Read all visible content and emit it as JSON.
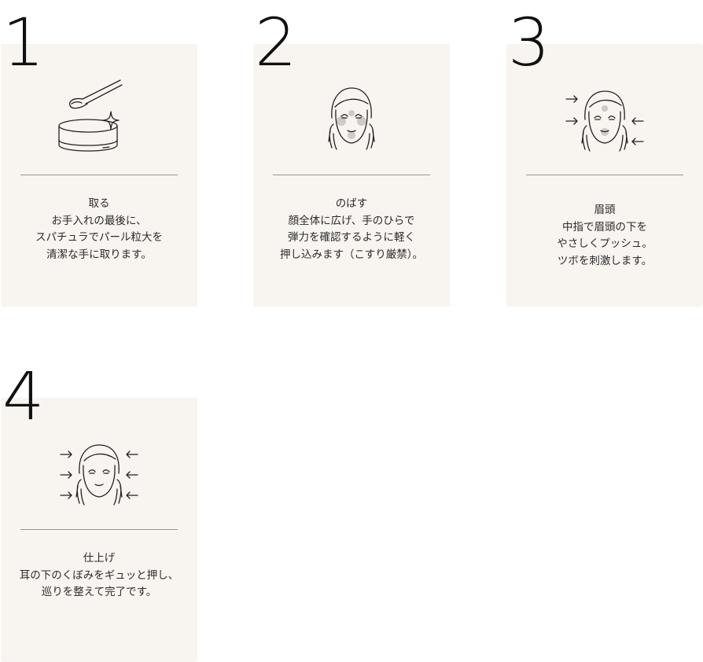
{
  "steps": [
    {
      "number": "1",
      "title": "取る",
      "lines": [
        "お手入れの最後に、",
        "スパチュラでパール粒大を",
        "清潔な手に取ります。"
      ],
      "illustration": "spatula-jar-icon"
    },
    {
      "number": "2",
      "title": "のばす",
      "lines": [
        "顔全体に広げ、手のひらで",
        "弾力を確認するように軽く",
        "押し込みます（こすり厳禁）。"
      ],
      "illustration": "face-hands-icon"
    },
    {
      "number": "3",
      "title": "眉頭",
      "lines": [
        "中指で眉頭の下を",
        "やさしくプッシュ。",
        "ツボを刺激します。"
      ],
      "illustration": "face-brow-press-icon"
    },
    {
      "number": "4",
      "title": "仕上げ",
      "lines": [
        "耳の下のくぼみをギュッと押し、",
        "巡りを整えて完了です。"
      ],
      "illustration": "face-ear-press-icon"
    }
  ],
  "colors": {
    "card_background": "#f8f4f0",
    "divider": "#9a9590",
    "text": "#2b2b2b",
    "cream_shading": "#cfcac5"
  }
}
